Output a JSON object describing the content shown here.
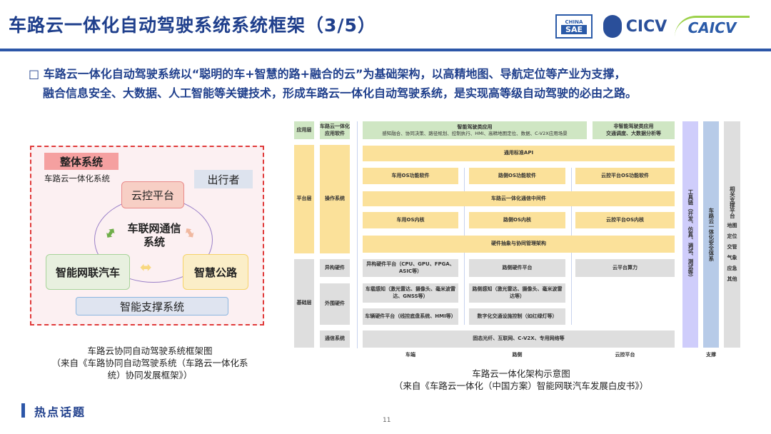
{
  "header": {
    "title": "车路云一体化自动驾驶系统系统框架（3/5）",
    "logos": [
      "CHINA SAE",
      "CICV",
      "CAICV"
    ]
  },
  "intro": {
    "line1": "□ 车路云一体化自动驾驶系统以“聪明的车+智慧的路+融合的云”为基础架构，以高精地图、导航定位等产业为支撑，",
    "line2": "融合信息安全、大数据、人工智能等关键技术，形成车路云一体化自动驾驶系统，是实现高等级自动驾驶的必由之路。"
  },
  "left_diagram": {
    "overall": "整体系统",
    "subtitle": "车路云一体化系统",
    "traveler": "出行者",
    "cloud": "云控平台",
    "comm": "车联网通信系统",
    "vehicle": "智能网联汽车",
    "road": "智慧公路",
    "support": "智能支撑系统",
    "caption": [
      "车路云协同自动驾驶系统框架图",
      "（来自《车路协同自动驾驶系统（车路云一体化系",
      "统）协同发展框架》）"
    ]
  },
  "right_diagram": {
    "layers": {
      "app": "应用层",
      "platform": "平台层",
      "base": "基础层"
    },
    "sublayers": {
      "app_sw": "车路云一体化应用软件",
      "os": "操作系统",
      "hetero": "异构硬件",
      "peripheral": "外围硬件",
      "comm": "通信系统"
    },
    "app": {
      "ad_title": "智能驾驶类应用",
      "ad_items": "感知融合、协同决策、路径规划、控制执行、HMI、高精地图定位、数据、C-V2X应用场景",
      "nonad_title": "非智能驾驶类应用",
      "nonad_items": "交通调度、大数据分析等"
    },
    "platform": {
      "api": "通用标准API",
      "os_func": [
        "车用OS功能软件",
        "路侧OS功能软件",
        "云控平台OS功能软件"
      ],
      "middleware": "车路云一体化通信中间件",
      "kernel": [
        "车用OS内核",
        "路侧OS内核",
        "云控平台OS内核"
      ],
      "hw_abs": "硬件抽象与协同管理架构"
    },
    "base": {
      "hetero": [
        "异构硬件平台（CPU、GPU、FPGA、ASIC等）",
        "路侧硬件平台",
        "云平台算力"
      ],
      "sensing": [
        "车载感知（激光雷达、摄像头、毫米波雷达、GNSS等）",
        "路侧感知（激光雷达、摄像头、毫米波雷达等）"
      ],
      "control": [
        "车辆硬件平台（线控底盘系统、HMI等）",
        "数字化交通设施控制（如红绿灯等）"
      ],
      "network": "固态光纤、互联网、C-V2X、专用网络等"
    },
    "columns": [
      "车端",
      "路侧",
      "云控平台"
    ],
    "support": {
      "toolchain": "工具链（开发、仿真、调试、测试等）",
      "security": "车路云一体化安全体系",
      "related": "相关支撑平台",
      "related_items": [
        "地图",
        "定位",
        "交管",
        "气象",
        "应急",
        "其他"
      ],
      "label": "支撑"
    },
    "caption": [
      "车路云一体化架构示意图",
      "（来自《车路云一体化（中国方案）智能网联汽车发展白皮书》）"
    ]
  },
  "footer": {
    "section": "热点话题",
    "page": "11"
  }
}
